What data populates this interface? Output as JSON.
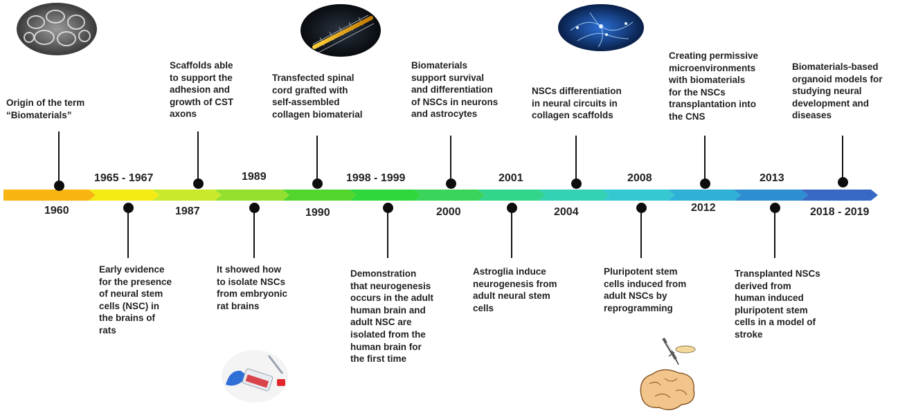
{
  "milestones": [
    {
      "year": "1960",
      "text": "Origin of the term\n“Biomaterials”"
    },
    {
      "year": "1965 - 1967",
      "text": "Early evidence\nfor the presence\nof neural stem\ncells (NSC) in\nthe brains of\nrats"
    },
    {
      "year": "1987",
      "text": "Scaffolds able\nto support the\nadhesion and\ngrowth of CST\naxons"
    },
    {
      "year": "1989",
      "text": "It showed how\nto isolate NSCs\nfrom embryonic\nrat brains"
    },
    {
      "year": "1990",
      "text": "Transfected spinal\ncord grafted with\nself-assembled\ncollagen biomaterial"
    },
    {
      "year": "1998 - 1999",
      "text": "Demonstration\nthat neurogenesis\noccurs in the adult\nhuman brain and\nadult NSC are\nisolated from the\nhuman brain for\nthe first time"
    },
    {
      "year": "2000",
      "text": "Biomaterials\nsupport survival\nand differentiation\nof NSCs in neurons\nand astrocytes"
    },
    {
      "year": "2001",
      "text": "Astroglia induce\nneurogenesis from\nadult neural stem\ncells"
    },
    {
      "year": "2004",
      "text": "NSCs differentiation\nin neural circuits in\ncollagen scaffolds"
    },
    {
      "year": "2008",
      "text": "Pluripotent stem\ncells induced from\nadult NSCs by\nreprogramming"
    },
    {
      "year": "2012",
      "text": "Creating permissive\nmicroenvironments\nwith biomaterials\nfor the NSCs\ntransplantation into\nthe CNS"
    },
    {
      "year": "2013",
      "text": "Transplanted NSCs\nderived from\nhuman induced\npluripotent stem\ncells in a model of\nstroke"
    },
    {
      "year": "2018 - 2019",
      "text": "Biomaterials-based\norganoid models for\nstudying neural\ndevelopment and\ndiseases"
    }
  ],
  "colors": {
    "arrow_segments": [
      "#f8b410",
      "#f4ea14",
      "#c9ea2c",
      "#93e031",
      "#52d62e",
      "#2ed83a",
      "#3bd45a",
      "#33d48c",
      "#33d2b4",
      "#35c8d2",
      "#2fb0d6",
      "#2f8ed0",
      "#3768c4"
    ],
    "marker": "#0d0d0d",
    "text": "#1f1f1f"
  },
  "illustrations": [
    "scaffold-micrograph",
    "nanotube-illustration",
    "neuron-network-image",
    "cell-culture-flask",
    "brain-injection-illustration"
  ]
}
